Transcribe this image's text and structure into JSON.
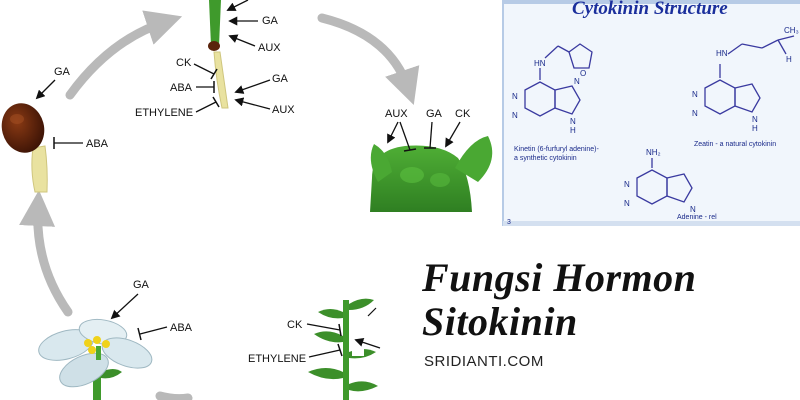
{
  "labels": {
    "ga": "GA",
    "aba": "ABA",
    "aux": "AUX",
    "ck": "CK",
    "ethylene": "ETHYLENE"
  },
  "structure_panel": {
    "title": "Cytokinin Structure",
    "kinetin_caption_line1": "Kinetin (6-furfuryl adenine)-",
    "kinetin_caption_line2": "a synthetic cytokinin",
    "zeatin_caption": "Zeatin - a natural cytokinin",
    "adenine_caption": "Adenine - rel",
    "atom_n": "N",
    "atom_h": "H",
    "atom_o": "O",
    "atom_nh2": "NH₂",
    "atom_hn": "HN",
    "atom_ch3": "CH₃",
    "page_number": "3"
  },
  "title": {
    "line1": "Fungsi Hormon",
    "line2": "Sitokinin"
  },
  "website": "SRIDIANTI.COM",
  "colors": {
    "cycle_arrow": "#b9b9b9",
    "stem_green": "#3f9a2c",
    "leaf_green": "#3c8f2a",
    "seed_brown": "#4a1d0a",
    "root_yellow": "#e9e2a0",
    "panel_bg": "#f1f6fc",
    "title_blue": "#1b2f9c",
    "molecule_blue": "#3a3aa0",
    "petal": "#d9e8ee",
    "stamen": "#f0d21a"
  }
}
